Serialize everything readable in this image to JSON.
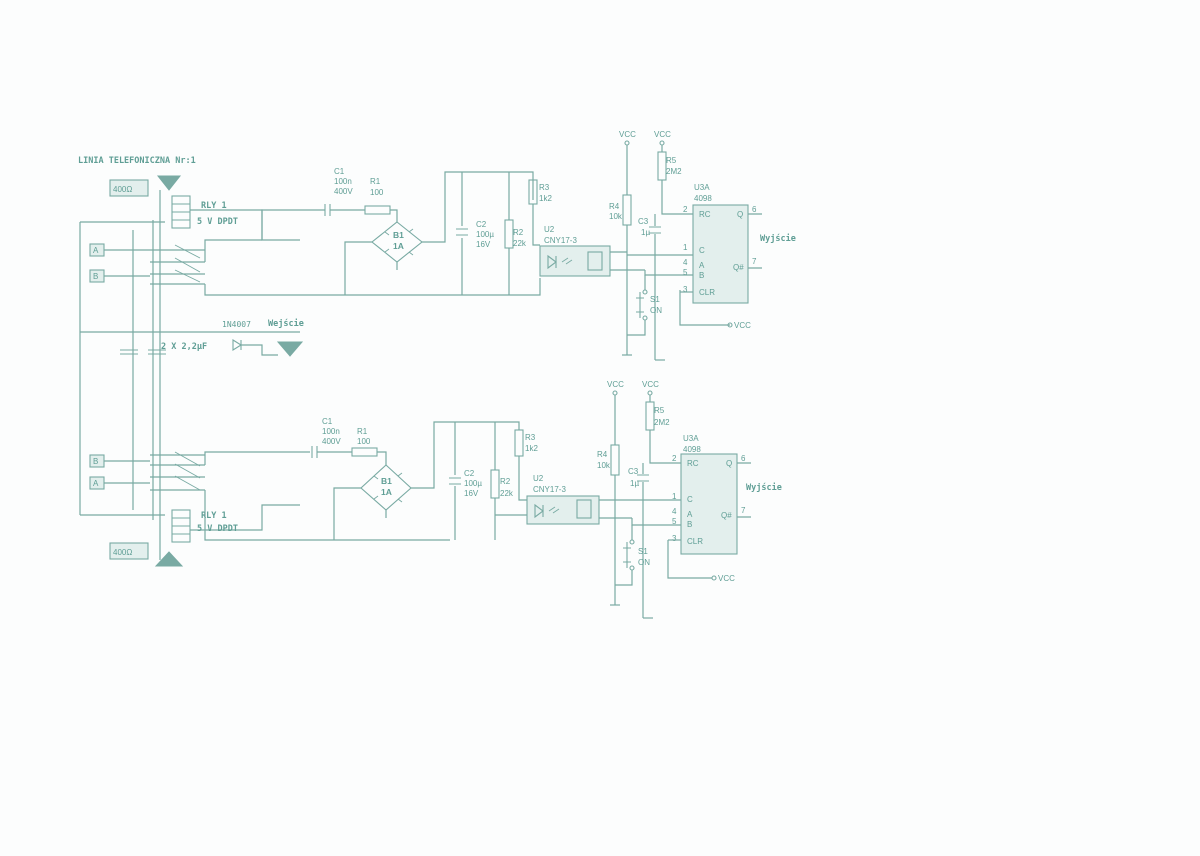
{
  "title": "LINIA TELEFONICZNA Nr:1",
  "vcc": "VCC",
  "top": {
    "r_line": "400Ω",
    "relay_name": "RLY 1",
    "relay_type": "5 V DPDT",
    "pin_a": "A",
    "pin_b": "B",
    "c1_name": "C1",
    "c1_val1": "100n",
    "c1_val2": "400V",
    "r1_name": "R1",
    "r1_val": "100",
    "b1_name": "B1",
    "b1_val": "1A",
    "c2_name": "C2",
    "c2_val1": "100µ",
    "c2_val2": "16V",
    "r2_name": "R2",
    "r2_val": "22k",
    "r3_name": "R3",
    "r3_val": "1k2",
    "u2_name": "U2",
    "u2_val": "CNY17-3",
    "r4_name": "R4",
    "r4_val": "10k",
    "c3_name": "C3",
    "c3_val": "1µ",
    "r5_name": "R5",
    "r5_val": "2M2",
    "u3_name": "U3A",
    "u3_val": "4098",
    "s1_name": "S1",
    "s1_val": "ON",
    "pin_rc": "RC",
    "pin_c": "C",
    "pin_a2": "A",
    "pin_b2": "B",
    "pin_clr": "CLR",
    "pin_q": "Q",
    "pin_qn": "Q#",
    "num2": "2",
    "num1": "1",
    "num4": "4",
    "num5": "5",
    "num3": "3",
    "num6": "6",
    "num7": "7",
    "output": "Wyjście"
  },
  "middle": {
    "diode": "1N4007",
    "output": "Wejście",
    "caps": "2 X 2,2µF"
  },
  "bottom": {
    "r_line": "400Ω",
    "relay_name": "RLY 1",
    "relay_type": "5 V DPDT",
    "pin_a": "A",
    "pin_b": "B",
    "c1_name": "C1",
    "c1_val1": "100n",
    "c1_val2": "400V",
    "r1_name": "R1",
    "r1_val": "100",
    "b1_name": "B1",
    "b1_val": "1A",
    "c2_name": "C2",
    "c2_val1": "100µ",
    "c2_val2": "16V",
    "r2_name": "R2",
    "r2_val": "22k",
    "r3_name": "R3",
    "r3_val": "1k2",
    "u2_name": "U2",
    "u2_val": "CNY17-3",
    "r4_name": "R4",
    "r4_val": "10k",
    "c3_name": "C3",
    "c3_val": "1µ",
    "r5_name": "R5",
    "r5_val": "2M2",
    "u3_name": "U3A",
    "u3_val": "4098",
    "s1_name": "S1",
    "s1_val": "ON",
    "pin_rc": "RC",
    "pin_c": "C",
    "pin_a2": "A",
    "pin_b2": "B",
    "pin_clr": "CLR",
    "pin_q": "Q",
    "pin_qn": "Q#",
    "num2": "2",
    "num1": "1",
    "num4": "4",
    "num5": "5",
    "num3": "3",
    "num6": "6",
    "num7": "7",
    "output": "Wyjście"
  }
}
